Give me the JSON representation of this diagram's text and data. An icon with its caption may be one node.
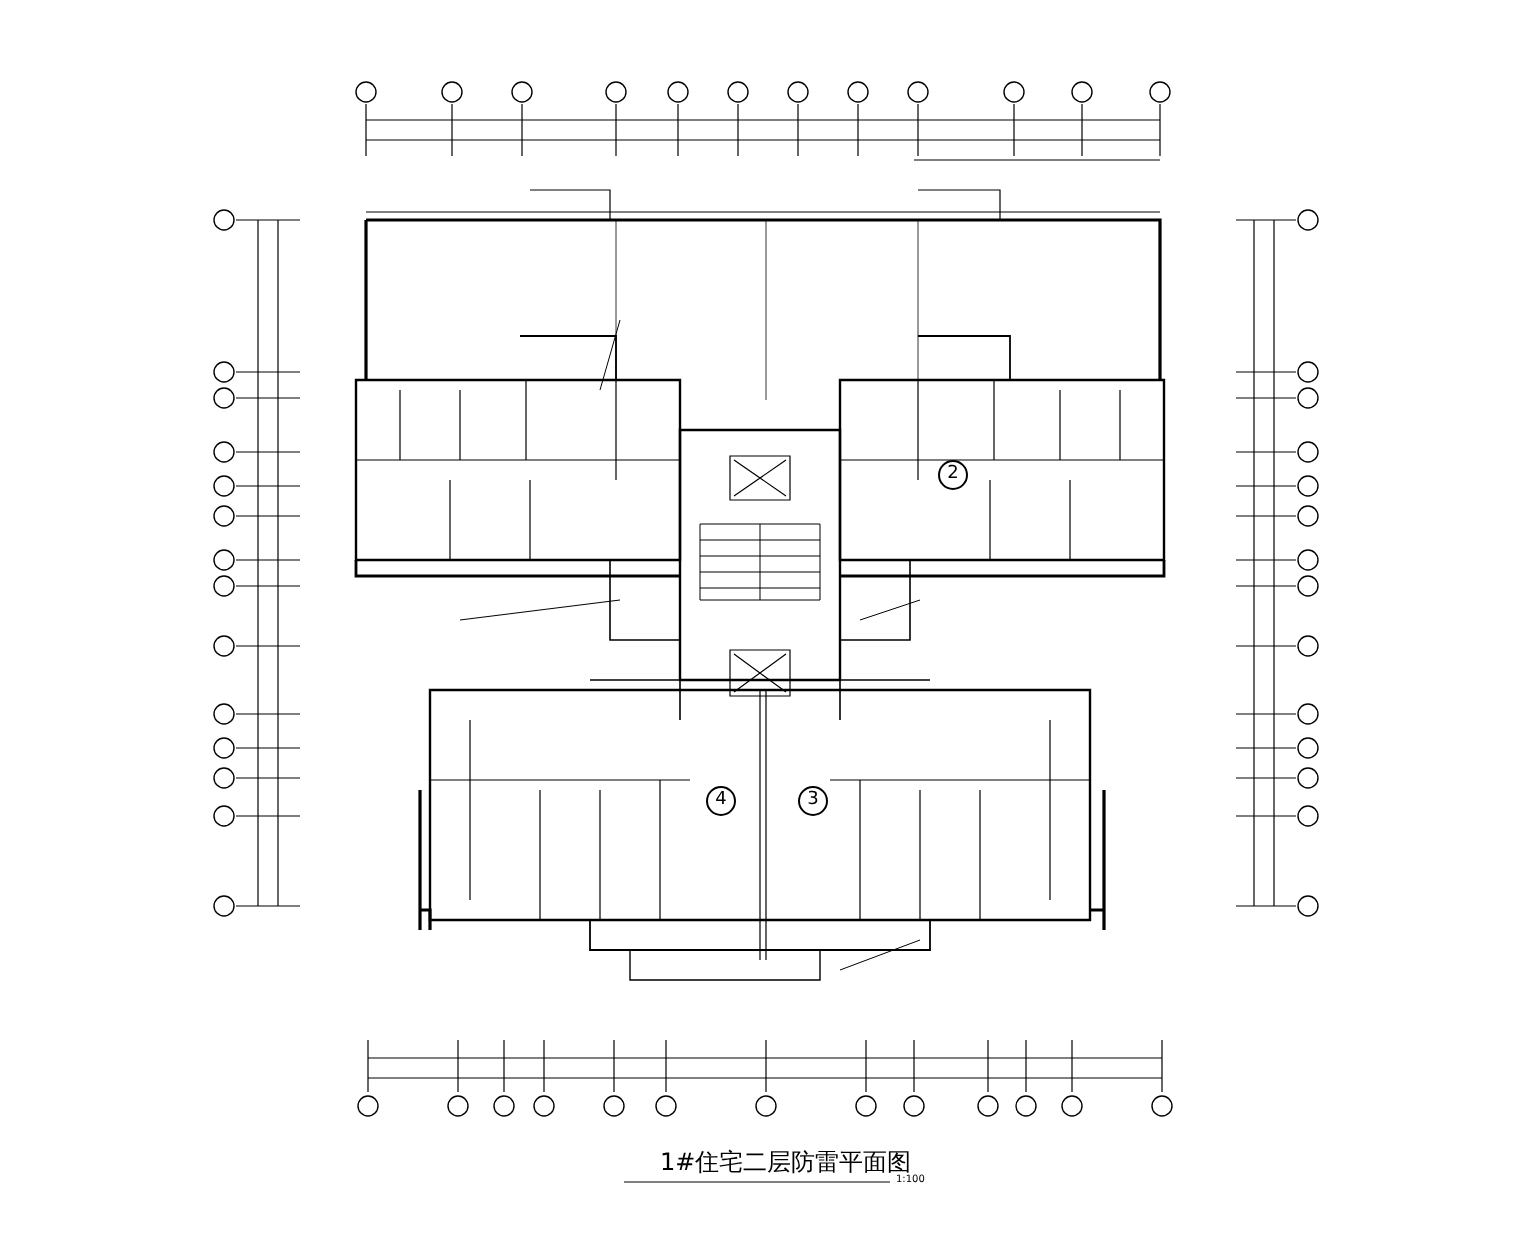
{
  "diagram": {
    "title": "1#住宅二层防雷平面图",
    "labels": [
      "2",
      "4",
      "3",
      "1:100"
    ]
  }
}
